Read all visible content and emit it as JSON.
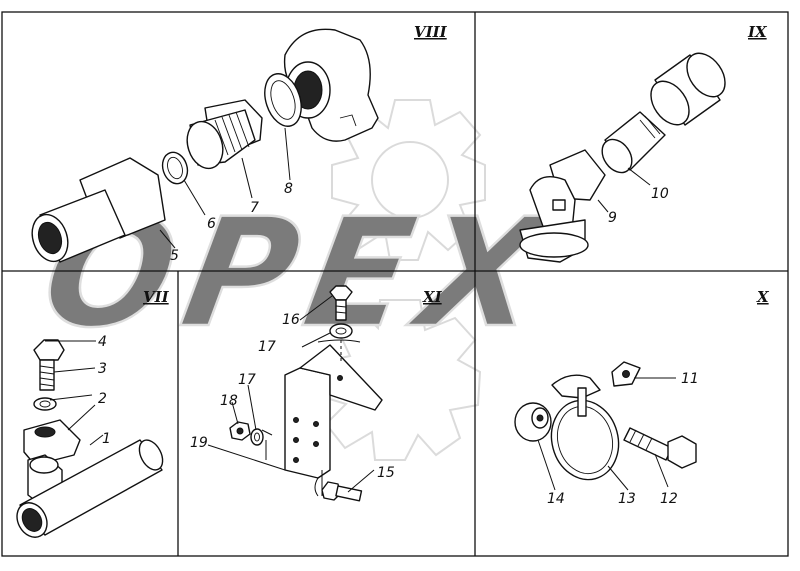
{
  "watermark": {
    "text": "OPEX"
  },
  "sections": {
    "viii": "VIII",
    "ix": "IX",
    "vii": "VII",
    "xi": "XI",
    "x": "X"
  },
  "callouts": {
    "c1": "1",
    "c2": "2",
    "c3": "3",
    "c4": "4",
    "c5": "5",
    "c6": "6",
    "c7": "7",
    "c8": "8",
    "c9": "9",
    "c10": "10",
    "c11": "11",
    "c12": "12",
    "c13": "13",
    "c14": "14",
    "c15": "15",
    "c16": "16",
    "c17a": "17",
    "c17b": "17",
    "c18": "18",
    "c19": "19"
  }
}
